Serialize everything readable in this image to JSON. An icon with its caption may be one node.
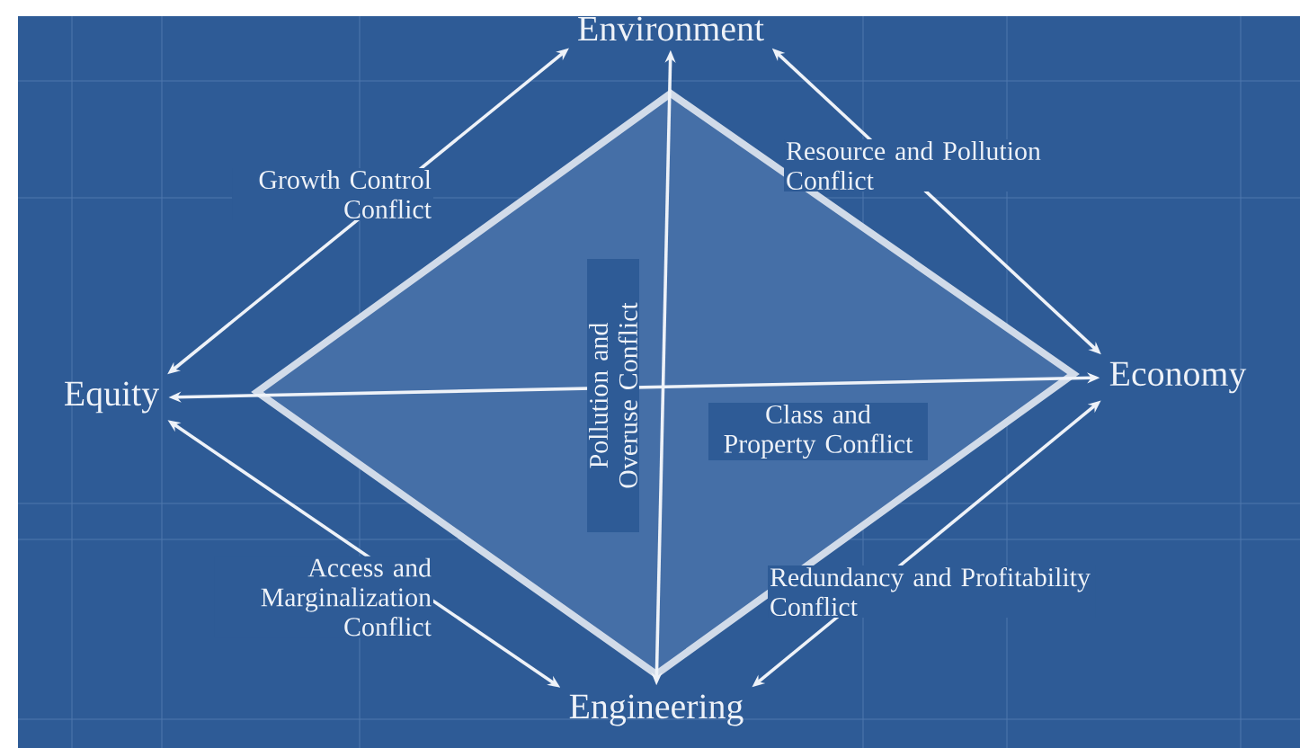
{
  "diagram": {
    "nodes": [
      {
        "text": [
          "Environment"
        ]
      },
      {
        "text": [
          "Equity"
        ]
      },
      {
        "text": [
          "Economy"
        ]
      },
      {
        "text": [
          "Engineering"
        ]
      }
    ],
    "edges": [
      {
        "from": 0,
        "to": 1,
        "arrow": "both",
        "label": "Growth Control Conflict"
      },
      {
        "from": 0,
        "to": 2,
        "arrow": "both",
        "label": "Resource and Pollution Conflict"
      },
      {
        "from": 1,
        "to": 3,
        "arrow": "both",
        "label": "Access and Marginalization Conflict"
      },
      {
        "from": 2,
        "to": 3,
        "arrow": "both",
        "label": "Redundancy and Profitability Conflict"
      },
      {
        "from": 0,
        "to": 3,
        "arrow": "both",
        "label": "Pollution and Overuse Conflict"
      },
      {
        "from": 1,
        "to": 2,
        "arrow": "both",
        "label": "Class and Property Conflict"
      }
    ]
  }
}
